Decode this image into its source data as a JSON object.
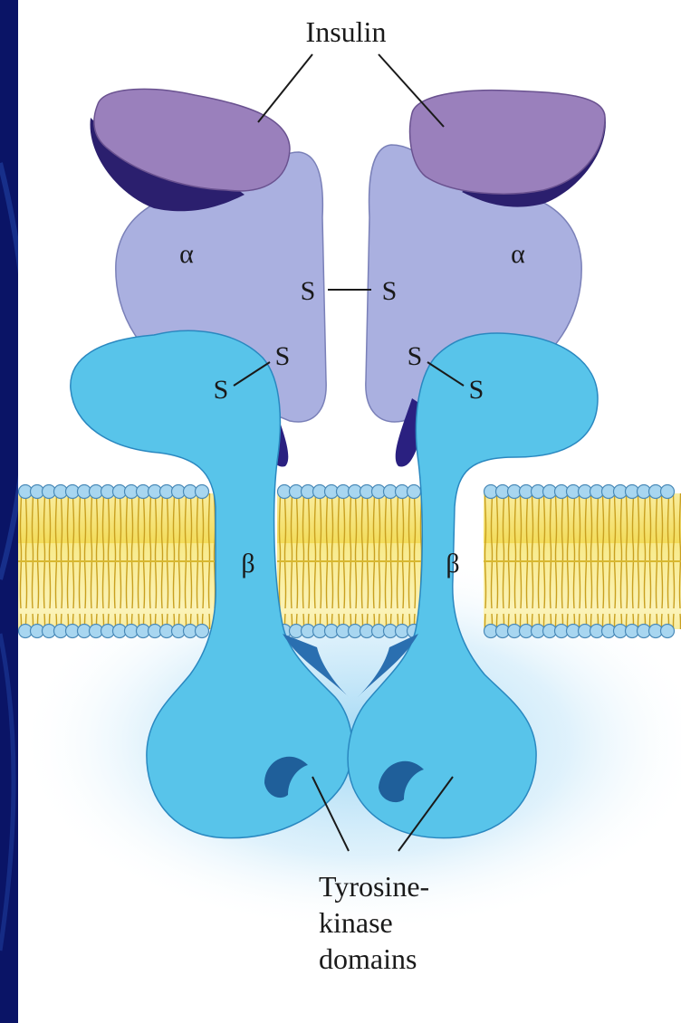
{
  "labels": {
    "insulin": "Insulin",
    "alpha_left": "α",
    "alpha_right": "α",
    "beta_left": "β",
    "beta_right": "β",
    "s_bridge_left": "S",
    "s_bridge_right": "S",
    "s_left_upper": "S",
    "s_left_lower": "S",
    "s_right_upper": "S",
    "s_right_lower": "S",
    "tk_line1": "Tyrosine-",
    "tk_line2": "kinase",
    "tk_line3": "domains"
  },
  "colors": {
    "frame": "#0a1466",
    "insulin": "#9a80bc",
    "insulin_shadow": "#3a2a7a",
    "alpha": "#aab0e0",
    "beta": "#58c4ea",
    "beta_dark": "#2a7ab8",
    "lipid_tail": "#f6e066",
    "lipid_head": "#a8d6f0"
  }
}
